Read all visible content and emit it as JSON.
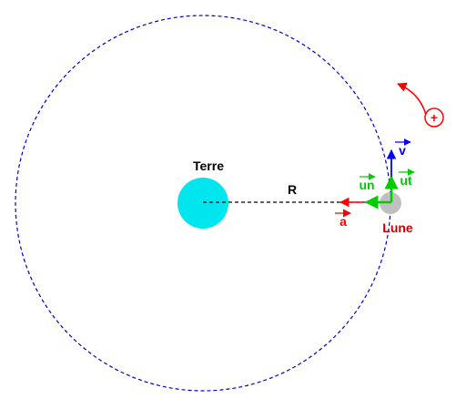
{
  "labels": {
    "earth": "Terre",
    "moon": "Lune",
    "radius": "R",
    "velocity": "v",
    "normal_unit": "un",
    "tangential_unit": "ut",
    "acceleration": "a",
    "positive_sign": "+"
  },
  "colors": {
    "earth": "#00e5ee",
    "moon": "#c0c0c0",
    "orbit": "#0000cc",
    "radius_line": "#000000",
    "velocity": "#0000ff",
    "unit_vectors": "#00cc00",
    "acceleration": "#ff0000",
    "rotation": "#ff0000",
    "moon_label": "#cc0000"
  }
}
